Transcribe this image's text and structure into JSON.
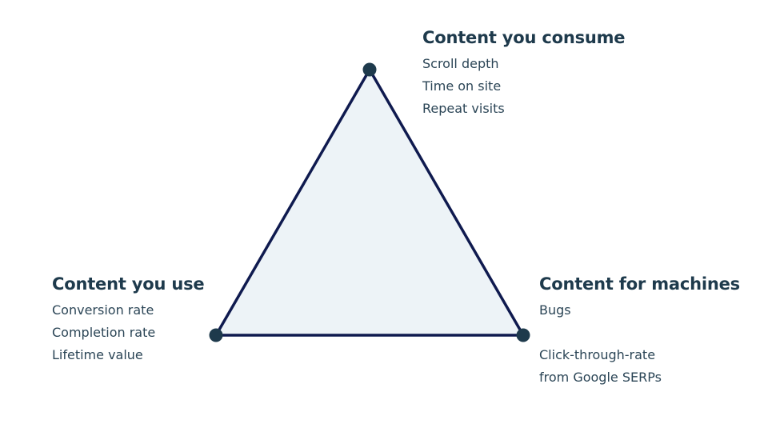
{
  "colors": {
    "triangle_fill": "#edf3f7",
    "triangle_stroke": "#0f1a4f",
    "vertex": "#1e3a4c",
    "heading": "#1e3a4c",
    "metric_text": "#2b4556"
  },
  "groups": {
    "top": {
      "title": "Content you consume",
      "metrics": [
        "Scroll depth",
        "Time on site",
        "Repeat visits"
      ]
    },
    "left": {
      "title": "Content you use",
      "metrics": [
        "Conversion rate",
        "Completion rate",
        "Lifetime value"
      ]
    },
    "right": {
      "title": "Content for machines",
      "metrics": [
        "Bugs",
        "",
        "Click-through-rate",
        "from Google SERPs"
      ]
    }
  }
}
